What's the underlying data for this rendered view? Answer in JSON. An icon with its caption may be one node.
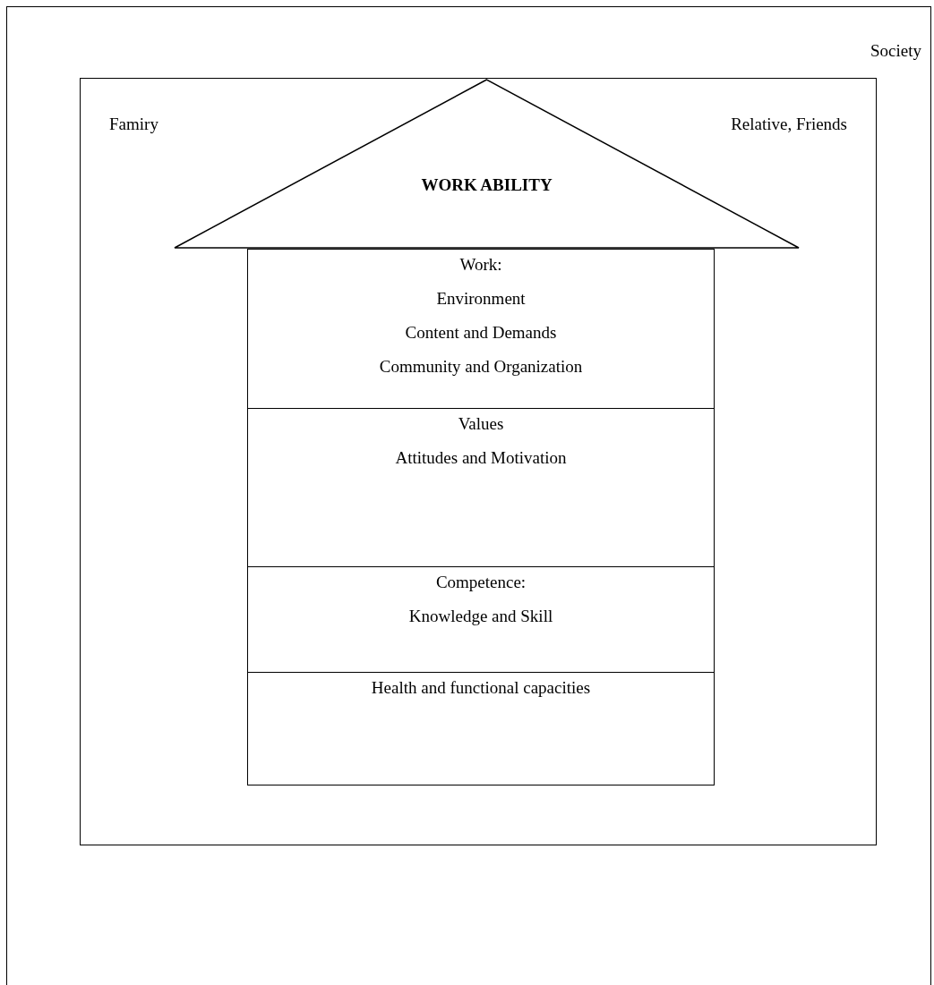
{
  "diagram": {
    "nodes": [
      {
        "text": [
          "Society"
        ]
      },
      {
        "text": [
          "Famiry",
          "Relative, Friends"
        ],
        "in": 0
      },
      {
        "text": [
          "WORK ABILITY"
        ],
        "in": 1
      },
      {
        "text": [
          "Work:",
          "Environment",
          "Content and Demands",
          "Community and Organization"
        ],
        "in": 1
      },
      {
        "text": [
          "Values",
          "Attitudes and Motivation"
        ],
        "in": 1
      },
      {
        "text": [
          "Competence:",
          "Knowledge and Skill"
        ],
        "in": 1
      },
      {
        "text": [
          "Health and functional capacities"
        ],
        "in": 1
      }
    ]
  }
}
